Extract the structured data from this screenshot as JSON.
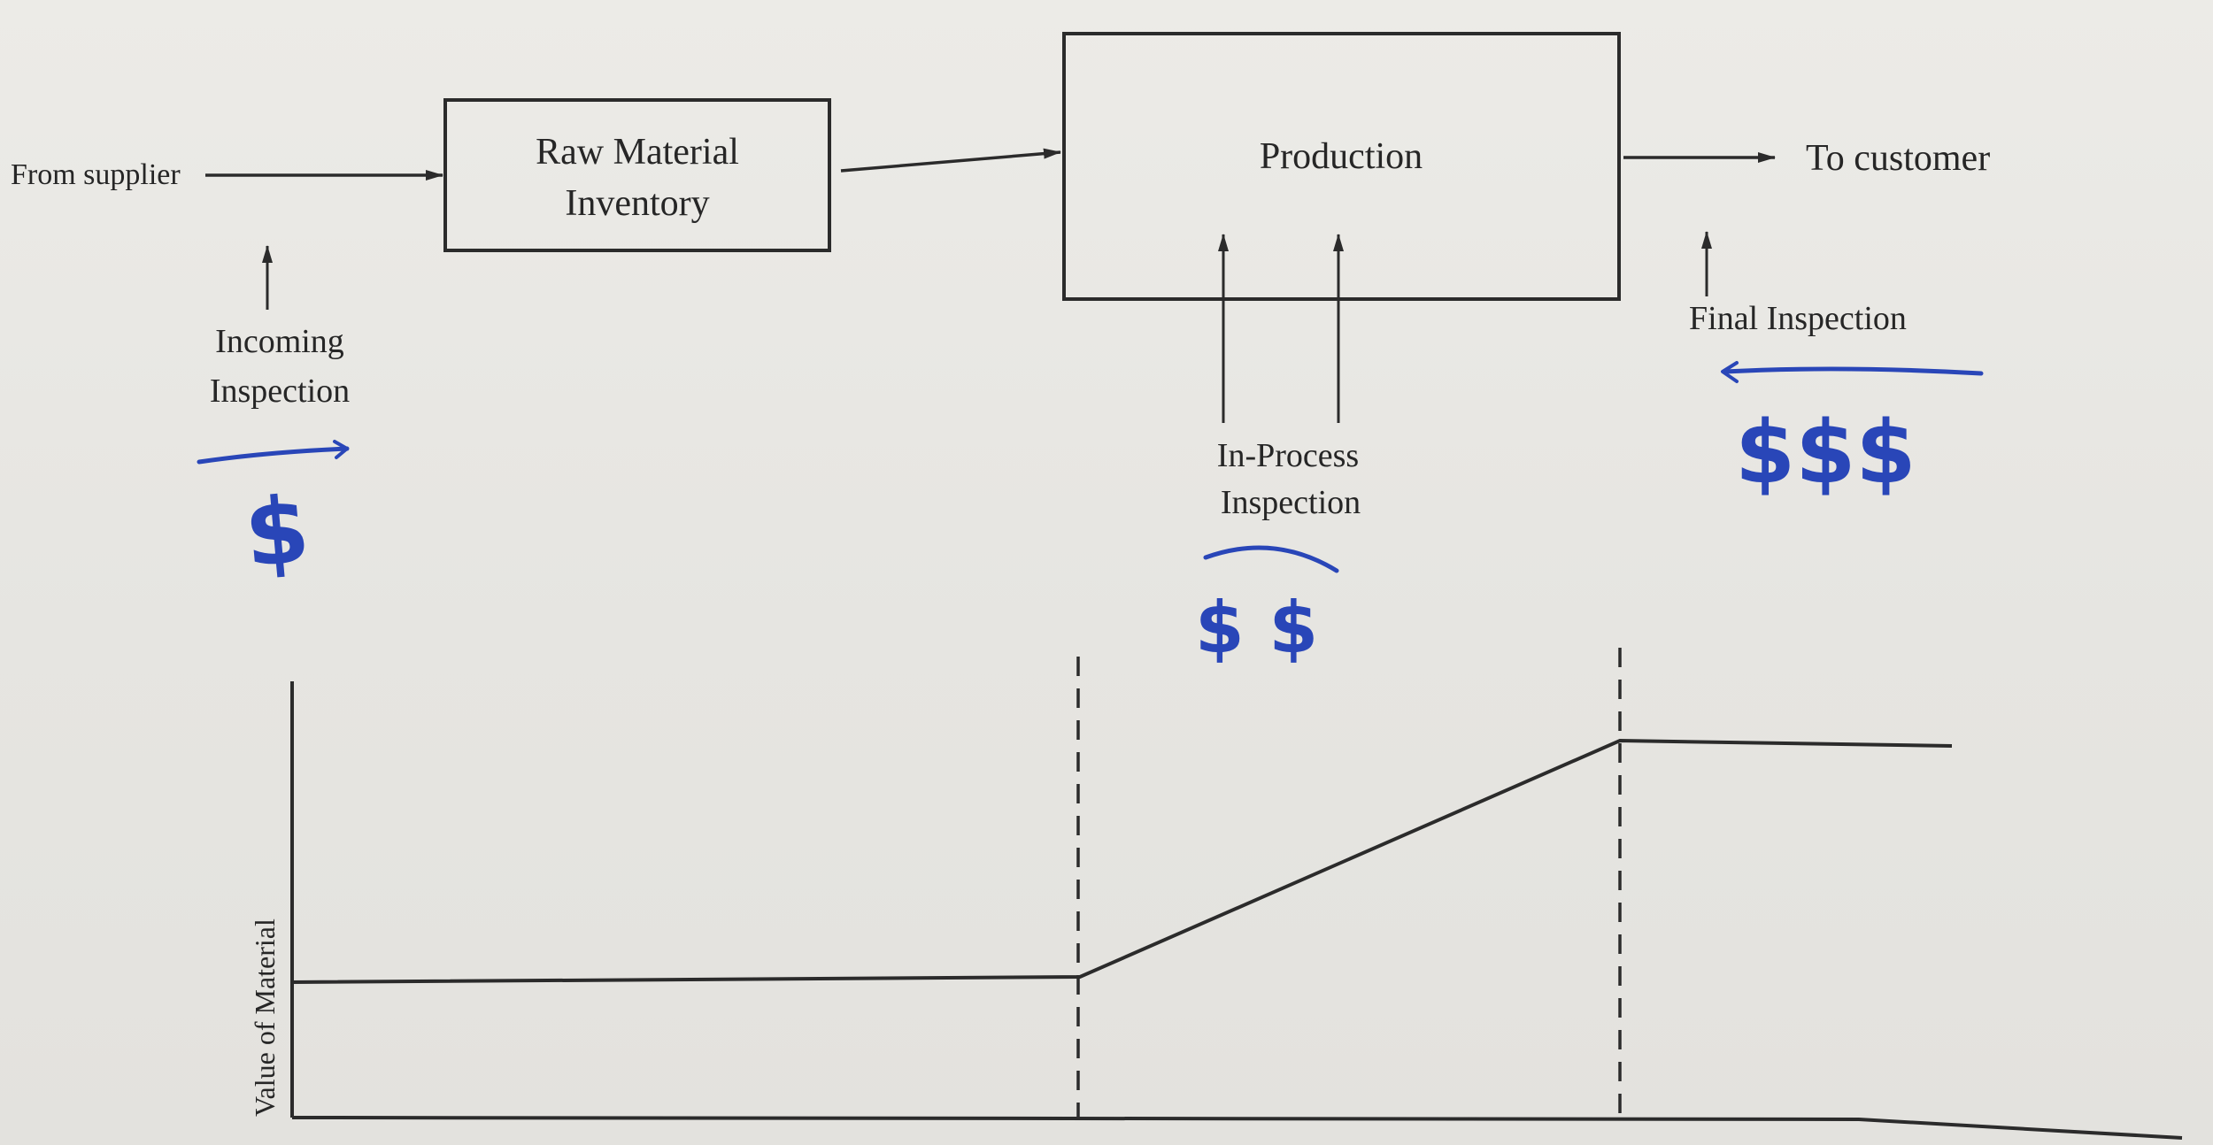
{
  "diagram": {
    "flow": {
      "source": "From supplier",
      "raw_material_box": [
        "Raw Material",
        "Inventory"
      ],
      "production_box": "Production",
      "destination": "To customer"
    },
    "inspections": {
      "incoming": [
        "Incoming",
        "Inspection"
      ],
      "in_process": [
        "In-Process",
        "Inspection"
      ],
      "final": "Final Inspection"
    },
    "handwritten_costs": {
      "incoming": "$",
      "in_process": "$ $",
      "final": "$$$"
    },
    "value_chart": {
      "ylabel": "Value of Material"
    },
    "colors": {
      "ink": "#2b2b2b",
      "pen": "#2946b8",
      "paper": "#e9e8e4"
    }
  }
}
